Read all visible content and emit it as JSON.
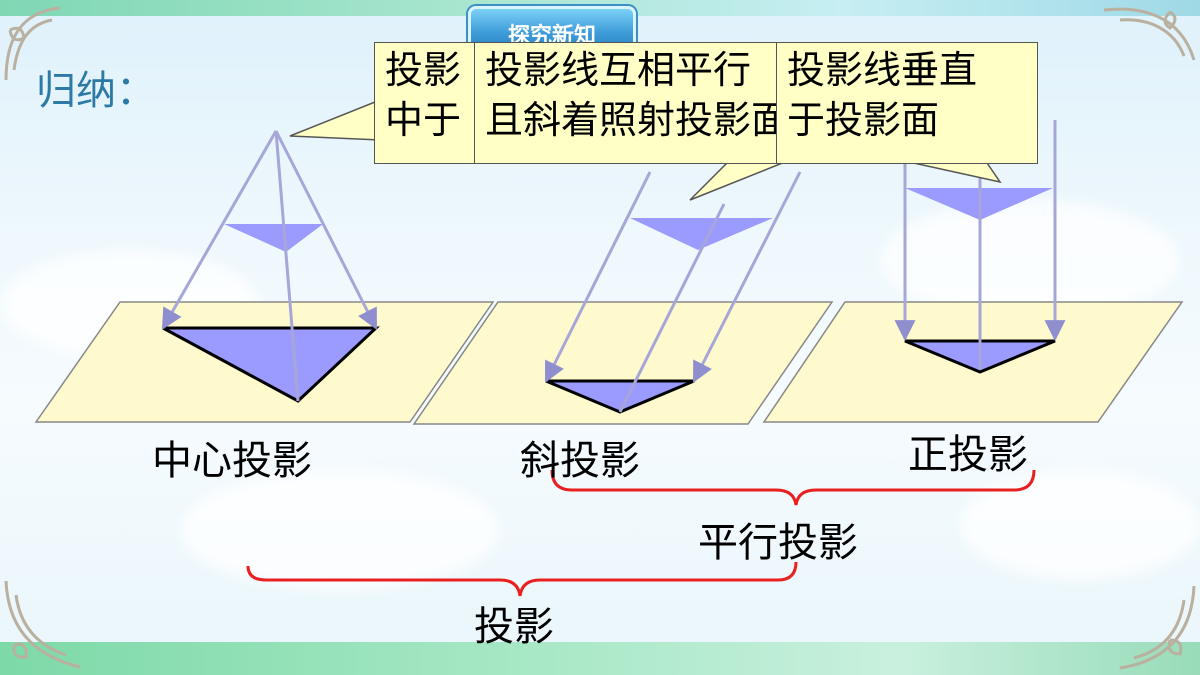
{
  "badge": {
    "text": "探究新知"
  },
  "heading": {
    "text": "归纳："
  },
  "callouts": [
    {
      "text": "投影\n中于"
    },
    {
      "text": "投影线互相平行\n且斜着照射投影面"
    },
    {
      "text": "投影线垂直\n于投影面"
    }
  ],
  "labels": {
    "central": "中心投影",
    "oblique": "斜投影",
    "orthographic": "正投影",
    "parallel": "平行投影",
    "projection": "投影"
  },
  "colors": {
    "plane": "#fffacd",
    "triangle": "#9b9bff",
    "ray": "#a6a6d8",
    "brace": "#e82020",
    "callout": "#ffffc6",
    "heading": "#2d7aa6"
  }
}
